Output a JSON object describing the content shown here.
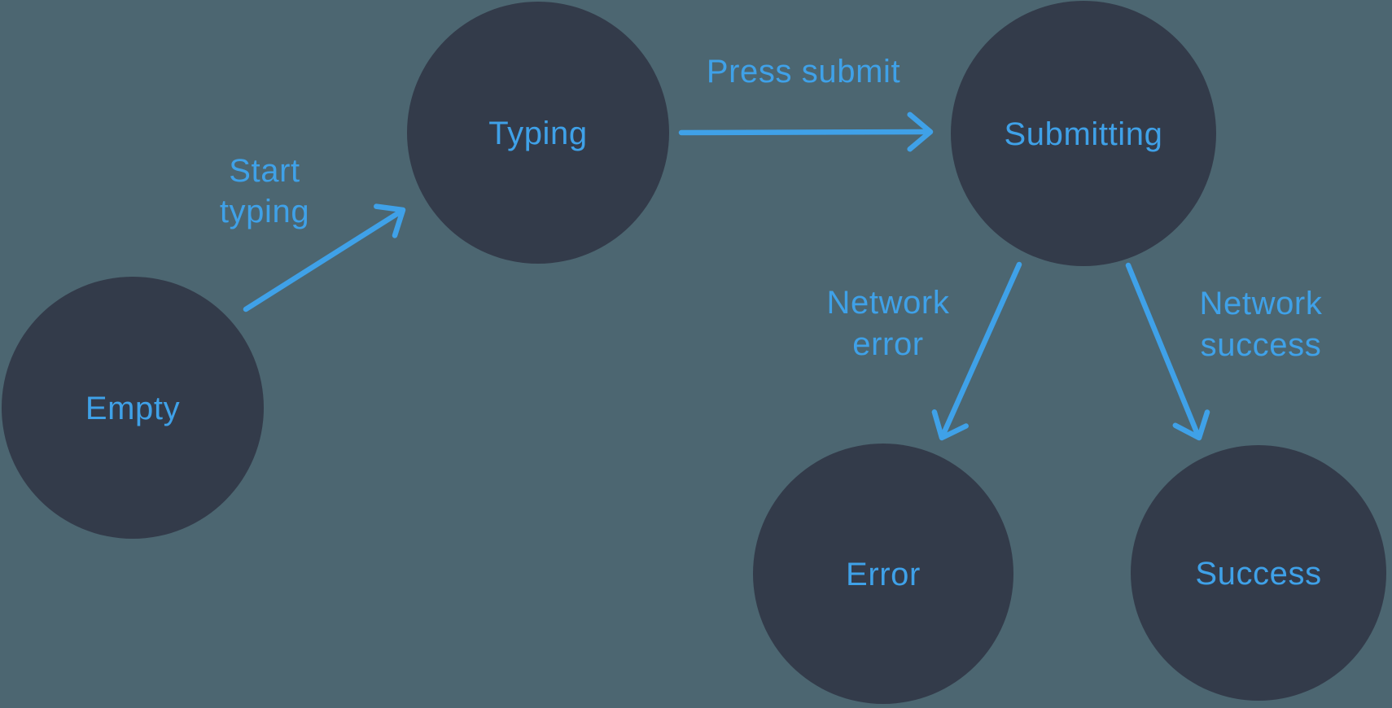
{
  "colors": {
    "background": "#4C6671",
    "node_fill": "#333B4A",
    "accent": "#3FA1E8"
  },
  "diagram": {
    "type": "state-machine",
    "states": [
      {
        "id": "empty",
        "label": "Empty"
      },
      {
        "id": "typing",
        "label": "Typing"
      },
      {
        "id": "submitting",
        "label": "Submitting"
      },
      {
        "id": "error",
        "label": "Error"
      },
      {
        "id": "success",
        "label": "Success"
      }
    ],
    "transitions": [
      {
        "from": "empty",
        "to": "typing",
        "event": "Start typing",
        "label_lines": [
          "Start",
          "typing"
        ]
      },
      {
        "from": "typing",
        "to": "submitting",
        "event": "Press submit",
        "label_lines": [
          "Press submit"
        ]
      },
      {
        "from": "submitting",
        "to": "error",
        "event": "Network error",
        "label_lines": [
          "Network",
          "error"
        ]
      },
      {
        "from": "submitting",
        "to": "success",
        "event": "Network success",
        "label_lines": [
          "Network",
          "success"
        ]
      }
    ]
  }
}
